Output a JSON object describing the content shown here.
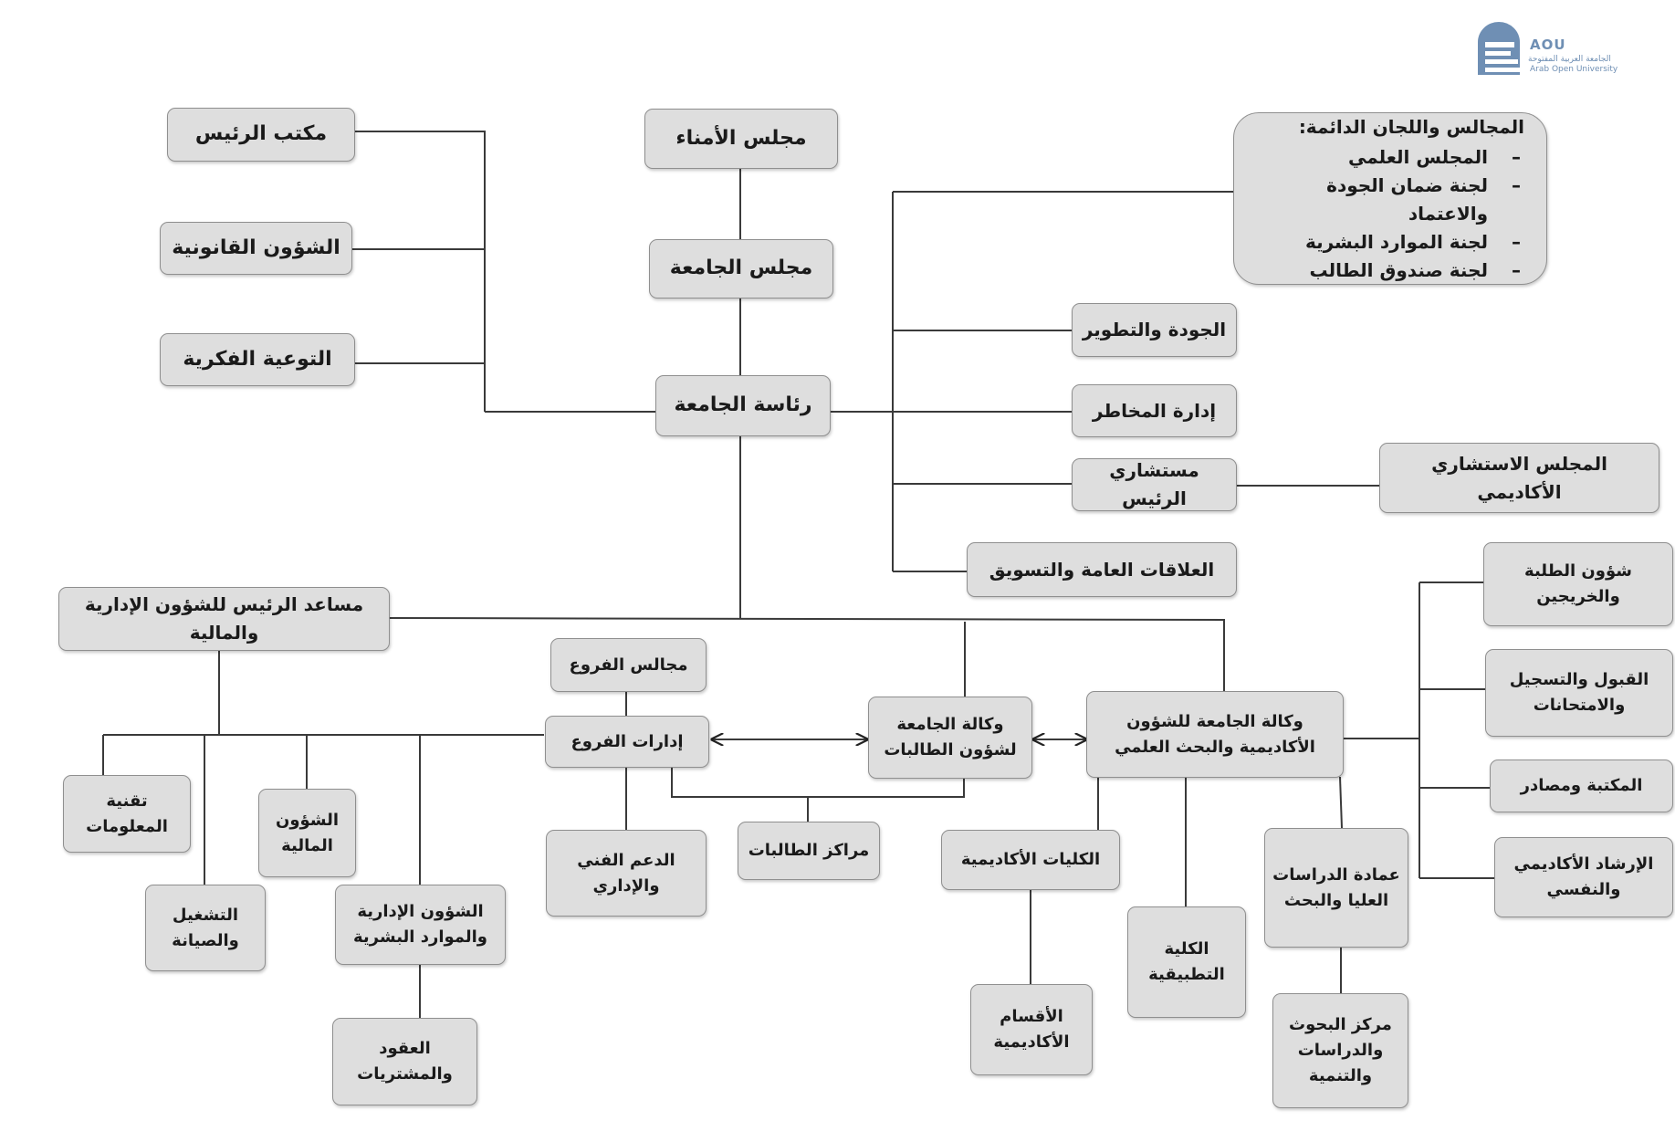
{
  "logo": {
    "abbr": "AOU",
    "name_ar": "الجامعة العربية المفتوحة",
    "name_en": "Arab Open University"
  },
  "nodes": {
    "trustees": "مجلس الأمناء",
    "university_council": "مجلس الجامعة",
    "presidency": "رئاسة الجامعة",
    "president_office": "مكتب الرئيس",
    "legal_affairs": "الشؤون القانونية",
    "intellectual_awareness": "التوعية الفكرية",
    "standing_councils": {
      "title": "المجالس واللجان الدائمة:",
      "items": [
        "المجلس العلمي",
        "لجنة ضمان الجودة والاعتماد",
        "لجنة الموارد البشرية",
        "لجنة صندوق الطالب"
      ]
    },
    "quality_development": "الجودة والتطوير",
    "risk_management": "إدارة المخاطر",
    "president_advisors": "مستشاري الرئيس",
    "academic_advisory_council": "المجلس الاستشاري الأكاديمي",
    "public_relations": "العلاقات العامة والتسويق",
    "assistant_president": "مساعد الرئيس للشؤون الإدارية والمالية",
    "it": "تقنية المعلومات",
    "financial_affairs": "الشؤون المالية",
    "operation_maintenance": "التشغيل والصيانة",
    "admin_hr": "الشؤون الإدارية والموارد البشرية",
    "contracts_procurement": "العقود والمشتريات",
    "branch_councils": "مجالس الفروع",
    "branch_administrations": "إدارات الفروع",
    "technical_admin_support": "الدعم الفني والإداري",
    "female_students_centers": "مراكز الطالبات",
    "female_students_vice": "وكالة الجامعة لشؤون الطالبات",
    "academic_vice": "وكالة الجامعة للشؤون الأكاديمية والبحث العلمي",
    "student_affairs": "شؤون الطلبة والخريجين",
    "admission_registration": "القبول والتسجيل والامتحانات",
    "library": "المكتبة ومصادر",
    "counseling": "الإرشاد الأكاديمي والنفسي",
    "academic_colleges": "الكليات الأكاديمية",
    "academic_departments": "الأقسام الأكاديمية",
    "applied_college": "الكلية التطبيقية",
    "graduate_deanship": "عمادة الدراسات العليا والبحث",
    "research_center": "مركز البحوث والدراسات والتنمية"
  }
}
